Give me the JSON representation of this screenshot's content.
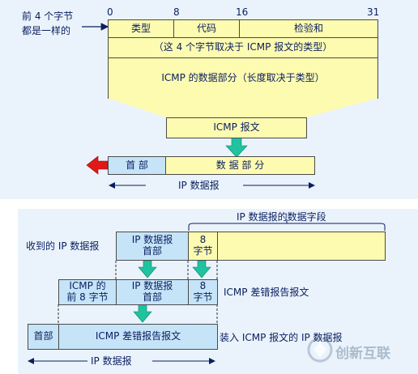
{
  "top": {
    "side_note": [
      "前 4 个字节",
      "都是一样的"
    ],
    "bit_ticks": [
      "0",
      "8",
      "16",
      "31"
    ],
    "fields": [
      "类型",
      "代码",
      "检验和"
    ],
    "depends_row": "（这 4 个字节取决于 ICMP 报文的类型）",
    "data_part": "ICMP 的数据部分（长度取决于类型）",
    "icmp_message": "ICMP 报文",
    "ip_header": "首 部",
    "ip_data": "数 据 部 分",
    "ip_datagram": "IP 数据报"
  },
  "bottom": {
    "data_field_brace": "IP 数据报的数据字段",
    "received_label": "收到的 IP 数据报",
    "ip_header_box": [
      "IP 数据报",
      "首部"
    ],
    "eight_bytes": [
      "8",
      "字节"
    ],
    "icmp_prefix": [
      "ICMP 的",
      "前 8 字节"
    ],
    "icmp_error_label": "ICMP 差错报告报文",
    "header_short": "首部",
    "icmp_error_box": "ICMP 差错报告报文",
    "loaded_label": "装入 ICMP 报文的 IP 数据报",
    "ip_datagram": "IP 数据报"
  },
  "watermark": "创新互联",
  "colors": {
    "yellow": "#fdfbb0",
    "blue": "#c6e4f8",
    "green": "#1fc3a0",
    "red": "#e01818",
    "text": "#0a1e60"
  }
}
